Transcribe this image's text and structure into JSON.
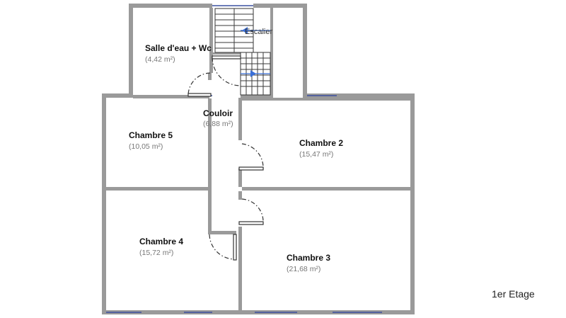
{
  "rooms": [
    {
      "id": "salle-eau",
      "name": "Salle d'eau + Wc",
      "area": "(4,42 m²)"
    },
    {
      "id": "couloir",
      "name": "Couloir",
      "area": "(6,88 m²)"
    },
    {
      "id": "chambre-5",
      "name": "Chambre 5",
      "area": "(10,05 m²)"
    },
    {
      "id": "chambre-2",
      "name": "Chambre 2",
      "area": "(15,47 m²)"
    },
    {
      "id": "chambre-4",
      "name": "Chambre 4",
      "area": "(15,72 m²)"
    },
    {
      "id": "chambre-3",
      "name": "Chambre 3",
      "area": "(21,68 m²)"
    }
  ],
  "stair_label": "Escalier",
  "floor_label": "1er Etage",
  "colors": {
    "wall": "#9a9a9a",
    "window": "#3c50a0",
    "stair_arrow": "#3a6fd8"
  }
}
